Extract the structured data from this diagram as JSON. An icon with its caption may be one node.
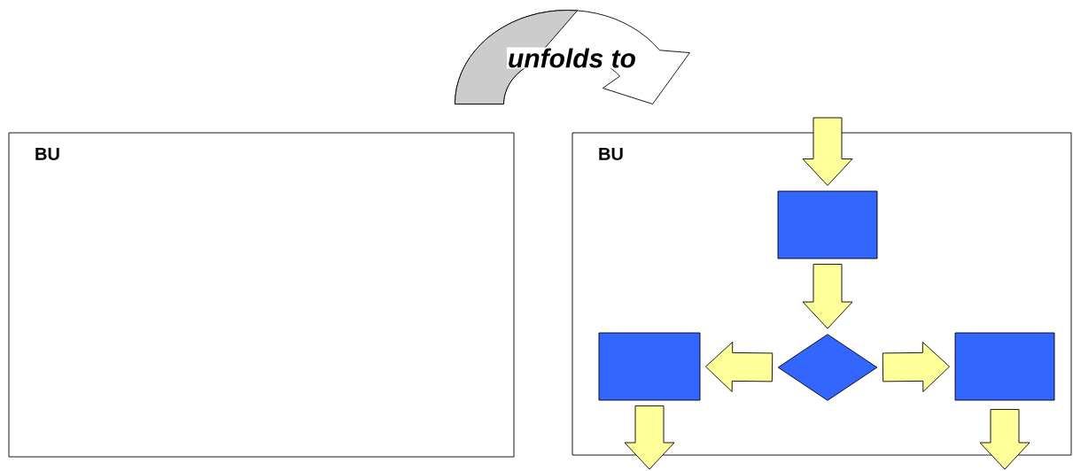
{
  "diagram": {
    "nodes": [
      {
        "text": [
          "BU"
        ]
      },
      {
        "text": [
          "BU"
        ]
      },
      {
        "text": [],
        "shape": "box",
        "in": 1
      },
      {
        "text": [],
        "shape": "diamond",
        "in": 1
      },
      {
        "text": [],
        "shape": "box",
        "in": 1
      },
      {
        "text": [],
        "shape": "box",
        "in": 1
      }
    ],
    "edges": [
      {
        "from": 0,
        "to": 1,
        "arrow": "to",
        "label": "unfolds to"
      },
      {
        "from": null,
        "to": 2,
        "arrow": "to"
      },
      {
        "from": 2,
        "to": 3,
        "arrow": "to"
      },
      {
        "from": 3,
        "to": 4,
        "arrow": "to"
      },
      {
        "from": 3,
        "to": 5,
        "arrow": "to"
      },
      {
        "from": 4,
        "to": null,
        "arrow": "to"
      },
      {
        "from": 5,
        "to": null,
        "arrow": "to"
      }
    ]
  }
}
